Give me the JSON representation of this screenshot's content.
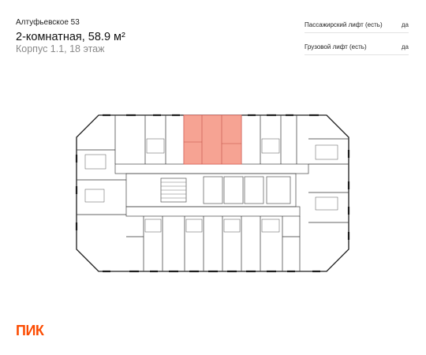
{
  "header": {
    "project_name": "Алтуфьевское 53",
    "apartment_title": "2-комнатная, 58.9 м²",
    "building_floor": "Корпус 1.1, 18 этаж"
  },
  "features": [
    {
      "label": "Пассажирский лифт (есть)",
      "value": "да"
    },
    {
      "label": "Грузовой лифт (есть)",
      "value": "да"
    }
  ],
  "colors": {
    "highlight_fill": "#f6a393",
    "highlight_stroke": "#e2645a",
    "wall": "#1c1c1c",
    "brand": "#fc4c02"
  },
  "logo": {
    "text": "ПИК"
  }
}
